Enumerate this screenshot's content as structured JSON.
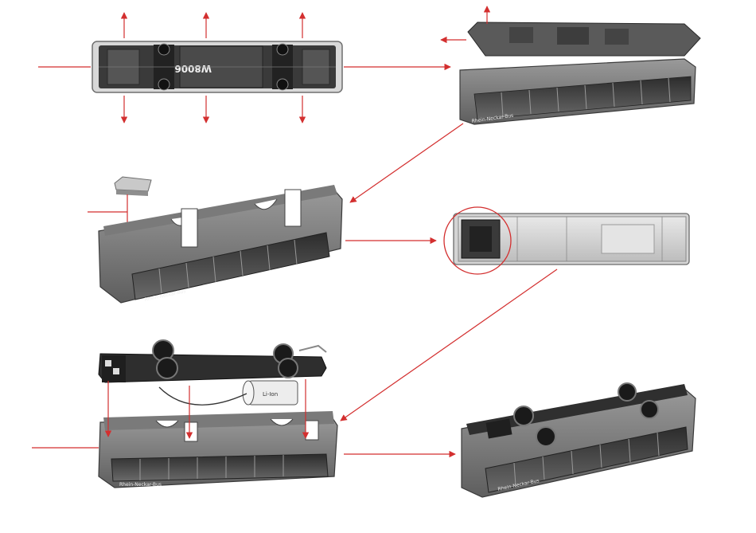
{
  "diagram": {
    "accent_color": "#d32f2f",
    "steps": [
      {
        "id": "step-1",
        "description_icon": "bus-underside-view"
      },
      {
        "id": "step-2",
        "description_icon": "bus-floor-removed-view"
      },
      {
        "id": "step-3",
        "description_icon": "bus-body-with-weight-view"
      },
      {
        "id": "step-4",
        "description_icon": "bus-interior-underside-view"
      },
      {
        "id": "step-5",
        "description_icon": "chassis-insertion-view"
      },
      {
        "id": "step-6",
        "description_icon": "bus-assembled-view"
      }
    ],
    "labels": {
      "chassis_code": "W8006",
      "bus_livery": "Rhein-Neckar-Bus",
      "battery_text": "Li-Ion"
    }
  }
}
